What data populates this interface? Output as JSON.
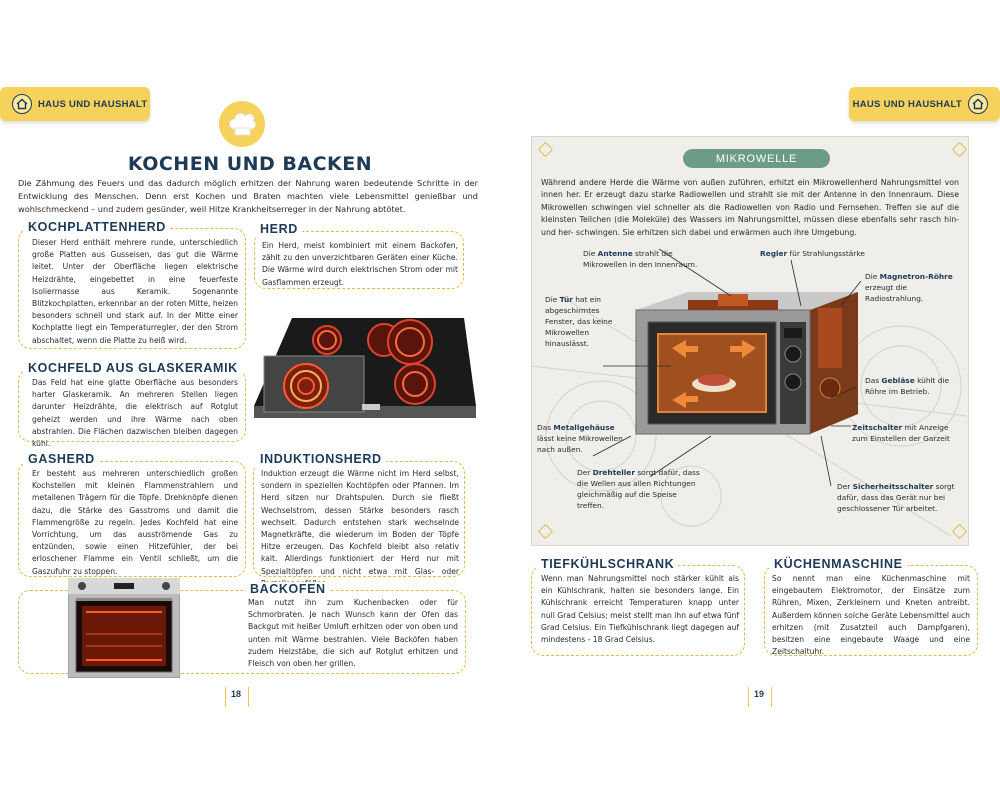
{
  "left_page": {
    "tab": "HAUS UND HAUSHALT",
    "title": "KOCHEN UND BACKEN",
    "intro": "Die Zähmung des Feuers und das dadurch möglich erhitzen der Nahrung waren bedeutende Schritte in der Entwicklung des Menschen. Denn erst Kochen und Braten machten viele Lebensmittel genießbar und wohlschmeckend – und zudem gesünder, weil Hitze Krankheitserreger in der Nahrung abtötet.",
    "sections": {
      "kochplattenherd": {
        "title": "KOCHPLATTENHERD",
        "text": "Dieser Herd enthält mehrere runde, unterschiedlich große Platten aus Gusseisen, das gut die Wärme leitet. Unter der Oberfläche liegen elektrische Heizdrähte, eingebettet in eine feuerfeste Isoliermasse aus Keramik. Sogenannte Blitzkochplatten, erkennbar an der roten Mitte, heizen besonders schnell und stark auf. In der Mitte einer Kochplatte liegt ein Temperaturregler, der den Strom abschaltet, wenn die Platte zu heiß wird."
      },
      "herd": {
        "title": "HERD",
        "text": "Ein Herd, meist kombiniert mit einem Backofen, zählt zu den unverzichtbaren Geräten einer Küche. Die Wärme wird durch elektrischen Strom oder mit Gasflammen erzeugt."
      },
      "kochfeld": {
        "title": "KOCHFELD AUS GLASKERAMIK",
        "text": "Das Feld hat eine glatte Oberfläche aus besonders harter Glaskeramik. An mehreren Stellen liegen darunter Heizdrähte, die elektrisch auf Rotglut geheizt werden und ihre Wärme nach oben abstrahlen. Die Flächen dazwischen bleiben dagegen kühl."
      },
      "gasherd": {
        "title": "GASHERD",
        "text": "Er besteht aus mehreren unterschiedlich großen Kochstellen mit kleinen Flammenstrahlern und metallenen Trägern für die Töpfe. Drehknöpfe dienen dazu, die Stärke des Gasstroms und damit die Flammengröße zu regeln. Jedes Kochfeld hat eine Vorrichtung, um das ausströmende Gas zu entzünden, sowie einen Hitzefühler, der bei erloschener Flamme ein Ventil schließt, um die Gaszufuhr zu stoppen."
      },
      "induktion": {
        "title": "INDUKTIONSHERD",
        "text": "Induktion erzeugt die Wärme nicht im Herd selbst, sondern in speziellen Kochtöpfen oder Pfannen. Im Herd sitzen nur Drahtspulen. Durch sie fließt Wechselstrom, dessen Stärke besonders rasch wechselt. Dadurch entstehen stark wechselnde Magnetkräfte, die wiederum im Boden der Töpfe Hitze erzeugen. Das Kochfeld bleibt also relativ kalt. Allerdings funktioniert der Herd nur mit Spezialtöpfen und nicht etwa mit Glas- oder Porzellangefäßen."
      },
      "backofen": {
        "title": "BACKOFEN",
        "text": "Man nutzt ihn zum Kuchenbacken oder für Schmorbraten. Je nach Wunsch kann der Ofen das Backgut mit heißer Umluft erhitzen oder von oben und unten mit Wärme bestrahlen. Viele Backöfen haben zudem Heizstäbe, die sich auf Rotglut erhitzen und Fleisch von oben her grillen."
      }
    },
    "page_number": "18"
  },
  "right_page": {
    "tab": "HAUS UND HAUSHALT",
    "badge": "MIKROWELLE",
    "intro": "Während andere Herde die Wärme von außen zuführen, erhitzt ein Mikrowellenherd Nahrungsmittel von innen her. Er erzeugt dazu starke Radiowellen und strahlt sie mit der Antenne in den Innenraum. Diese Mikrowellen schwingen viel schneller als die Radiowellen von Radio und Fernsehen. Treffen sie auf die kleinsten Teilchen (die Moleküle) des Wassers im Nahrungsmittel, müssen diese ebenfalls sehr rasch hin- und her- schwingen. Sie erhitzen sich dabei und erwärmen auch ihre Umgebung.",
    "labels": {
      "antenne": {
        "pre": "Die ",
        "key": "Antenne",
        "post": " strahlt die Mikrowellen in den Innenraum."
      },
      "regler": {
        "pre": "",
        "key": "Regler",
        "post": " für Strahlungsstärke"
      },
      "magnetron": {
        "pre": "Die ",
        "key": "Magnetron-Röhre",
        "post": " erzeugt die Radiostrahlung."
      },
      "tuer": {
        "pre": "Die ",
        "key": "Tür",
        "post": " hat ein abgeschirmtes Fenster, das keine Mikrowellen hinauslässt."
      },
      "geblaese": {
        "pre": "Das ",
        "key": "Gebläse",
        "post": " kühlt die Röhre im Betrieb."
      },
      "metallgehaeuse": {
        "pre": "Das ",
        "key": "Metallgehäuse",
        "post": " lässt keine Mikrowellen nach außen."
      },
      "zeitschalter": {
        "pre": "",
        "key": "Zeitschalter",
        "post": " mit Anzeige zum Einstellen der Garzeit"
      },
      "drehteller": {
        "pre": "Der ",
        "key": "Drehteller",
        "post": " sorgt dafür, dass die Wellen aus allen Richtungen gleichmäßig auf die Speise treffen."
      },
      "sicherheit": {
        "pre": "Der ",
        "key": "Sicherheitsschalter",
        "post": " sorgt dafür, dass das Gerät nur bei geschlossener Tür arbeitet."
      }
    },
    "sections": {
      "tiefkuehl": {
        "title": "TIEFKÜHLSCHRANK",
        "text": "Wenn man Nahrungsmittel noch stärker kühlt als ein Kühlschrank, halten sie besonders lange. Ein Kühlschrank erreicht Temperaturen knapp unter null Grad Celsius; meist stellt man ihn auf etwa fünf Grad Celsius. Ein Tiefkühlschrank liegt dagegen auf mindestens - 18 Grad Celsius."
      },
      "kuechenmaschine": {
        "title": "KÜCHENMASCHINE",
        "text": "So nennt man eine Küchenmaschine mit eingebautem Elektromotor, der Einsätze zum Rühren, Mixen, Zerkleinern und Kneten antreibt. Außerdem können solche Geräte Lebensmittel auch erhitzen (mit Zusatzteil auch Dampfgaren), besitzen eine eingebaute Waage und eine Zeitschaltuhr."
      }
    },
    "page_number": "19"
  },
  "colors": {
    "accent_yellow": "#f6d25c",
    "navy": "#1d3a57",
    "badge_green": "#6c9c86"
  }
}
